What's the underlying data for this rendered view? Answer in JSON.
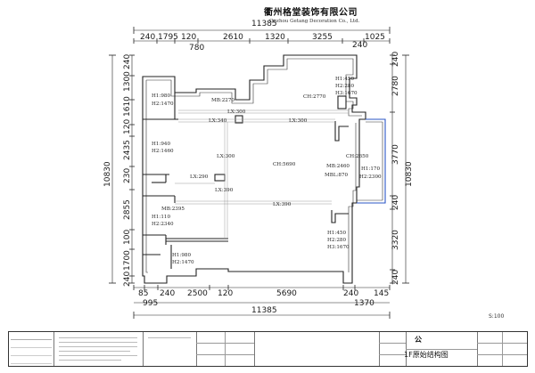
{
  "dimensions": {
    "top_total": "11385",
    "top_row": [
      "240",
      "1795",
      "120",
      "780",
      "2610",
      "1320",
      "3255",
      "240",
      "1025"
    ],
    "bottom_row": [
      "85",
      "240",
      "2500",
      "120",
      "5690",
      "240",
      "145"
    ],
    "bottom_row2": [
      "995",
      "1370"
    ],
    "bottom_total": "11385",
    "left_total": "10830",
    "left_col": [
      "240",
      "1300",
      "1610",
      "120",
      "2435",
      "230",
      "2855",
      "100",
      "1700",
      "240"
    ],
    "right_total": "10830",
    "right_col": [
      "240",
      "2780",
      "3770",
      "240",
      "3320",
      "240"
    ]
  },
  "room_labels": {
    "h1_980_top": "H1:980",
    "h2_1470_top": "H2:1470",
    "mb_2270": "MB:2270",
    "ch_2770": "CH:2770",
    "h1_450_top": "H1:450",
    "h2_280_top": "H2:280",
    "h3_1670_top": "H3:1670",
    "lx_300_a": "LX:300",
    "lx_340": "LX:340",
    "lx_300_b": "LX:300",
    "h1_940": "H1:940",
    "h2_1460": "H2:1460",
    "lx_300_c": "LX:300",
    "ch_5690": "CH:5690",
    "ch_2650": "CH:2650",
    "mb_2460": "MB:2460",
    "mbl_870": "MBL:870",
    "h1_170": "H1:170",
    "h2_2300": "H2:2300",
    "lx_290": "LX:290",
    "lx_390_a": "LX:390",
    "lx_390_b": "LX:390",
    "mb_2395": "MB:2395",
    "h1_110": "H1:110",
    "h2_2340": "H2:2340",
    "h1_450_bot": "H1:450",
    "h2_280_bot": "H2:280",
    "h3_1670_bot": "H3:1670",
    "h1_980_bot": "H1:980",
    "h2_1470_bot": "H2:1470"
  },
  "scale": "S:100",
  "title_block": {
    "company_cn": "衢州格堂装饰有限公司",
    "company_en": "Quzhou Getang Decoration Co., Ltd.",
    "heading": "公",
    "drawing_title": "1F原始结构图"
  }
}
